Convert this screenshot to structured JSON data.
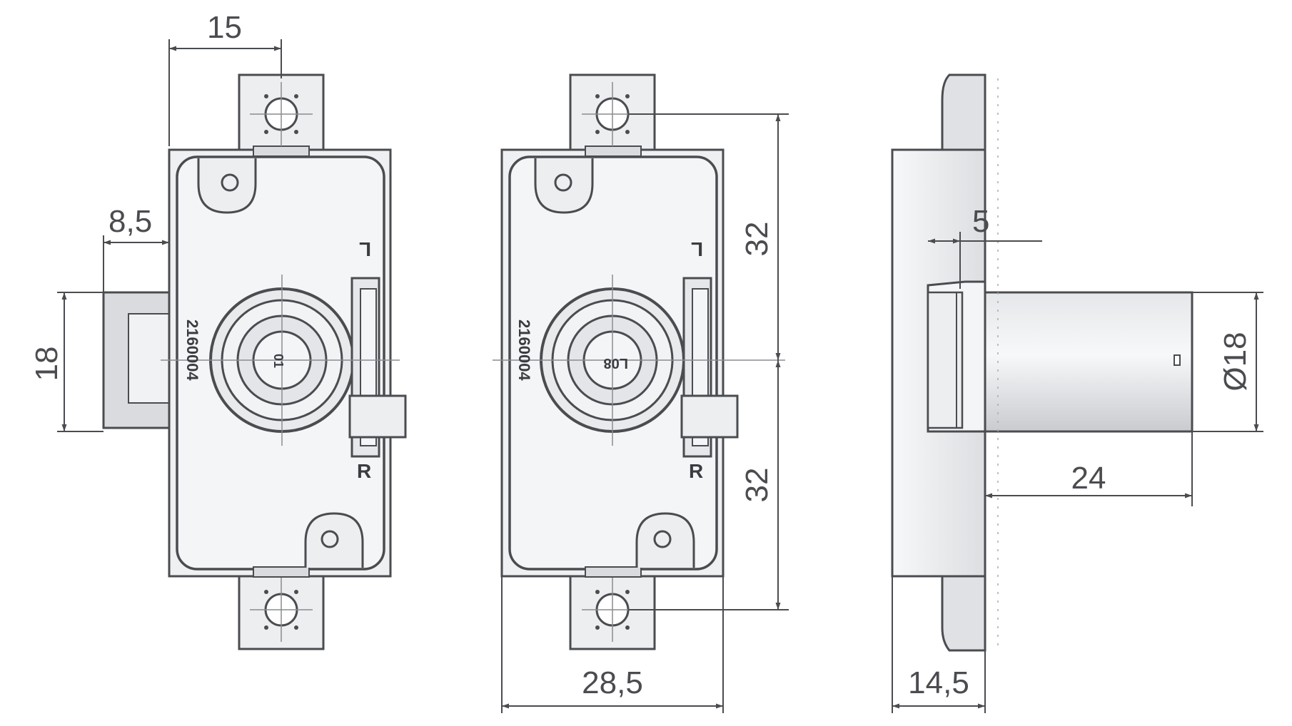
{
  "views": {
    "front_left": {
      "dim_width_top": "15",
      "dim_offset": "8,5",
      "dim_height": "18",
      "part_code": "2160004",
      "key_code": "01",
      "mark_left": "L",
      "mark_right": "R"
    },
    "front_center": {
      "dim_upper": "32",
      "dim_lower": "32",
      "dim_width": "28,5",
      "part_code": "2160004",
      "key_code": "L08",
      "mark_left": "L",
      "mark_right": "R"
    },
    "side": {
      "dim_depth_small": "5",
      "dim_diameter": "Ø18",
      "dim_cylinder_length": "24",
      "dim_body_depth": "14,5"
    }
  },
  "colors": {
    "line": "#4a4c50",
    "body_fill": "#f1f2f4",
    "shade_fill": "#d9dbde",
    "background": "#ffffff"
  }
}
